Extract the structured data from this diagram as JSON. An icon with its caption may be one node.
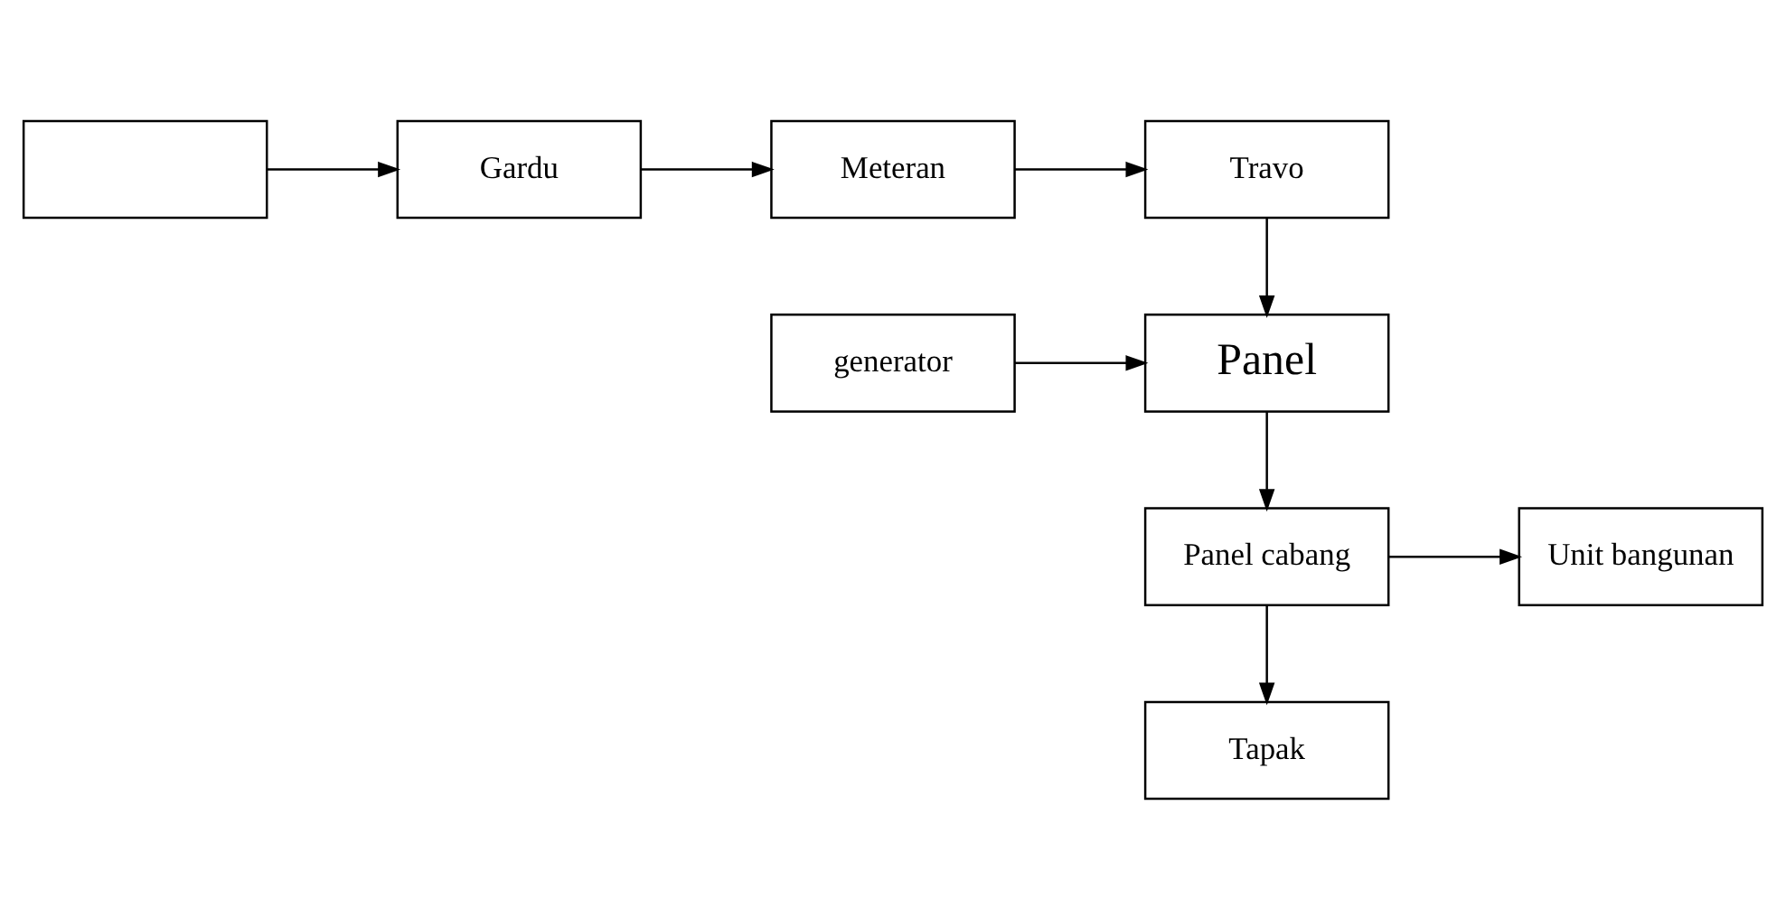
{
  "diagram": {
    "nodes": [
      {
        "text": [],
        "shape": "box"
      },
      {
        "text": [
          "Gardu"
        ]
      },
      {
        "text": [
          "Meteran"
        ]
      },
      {
        "text": [
          "Travo"
        ]
      },
      {
        "text": [
          "generator"
        ]
      },
      {
        "text": [
          "Panel"
        ]
      },
      {
        "text": [
          "Unit bangunan"
        ]
      },
      {
        "text": [
          "Panel cabang"
        ]
      },
      {
        "text": [
          "Tapak"
        ]
      }
    ],
    "edges": [
      {
        "from": 0,
        "to": 1,
        "arrow": "to"
      },
      {
        "from": 1,
        "to": 2,
        "arrow": "to"
      },
      {
        "from": 2,
        "to": 3,
        "arrow": "to"
      },
      {
        "from": 3,
        "to": 5,
        "arrow": "to"
      },
      {
        "from": 4,
        "to": 5,
        "arrow": "to"
      },
      {
        "from": 5,
        "to": 7,
        "arrow": "to"
      },
      {
        "from": 7,
        "to": 6,
        "arrow": "to"
      },
      {
        "from": 7,
        "to": 8,
        "arrow": "to"
      }
    ]
  }
}
